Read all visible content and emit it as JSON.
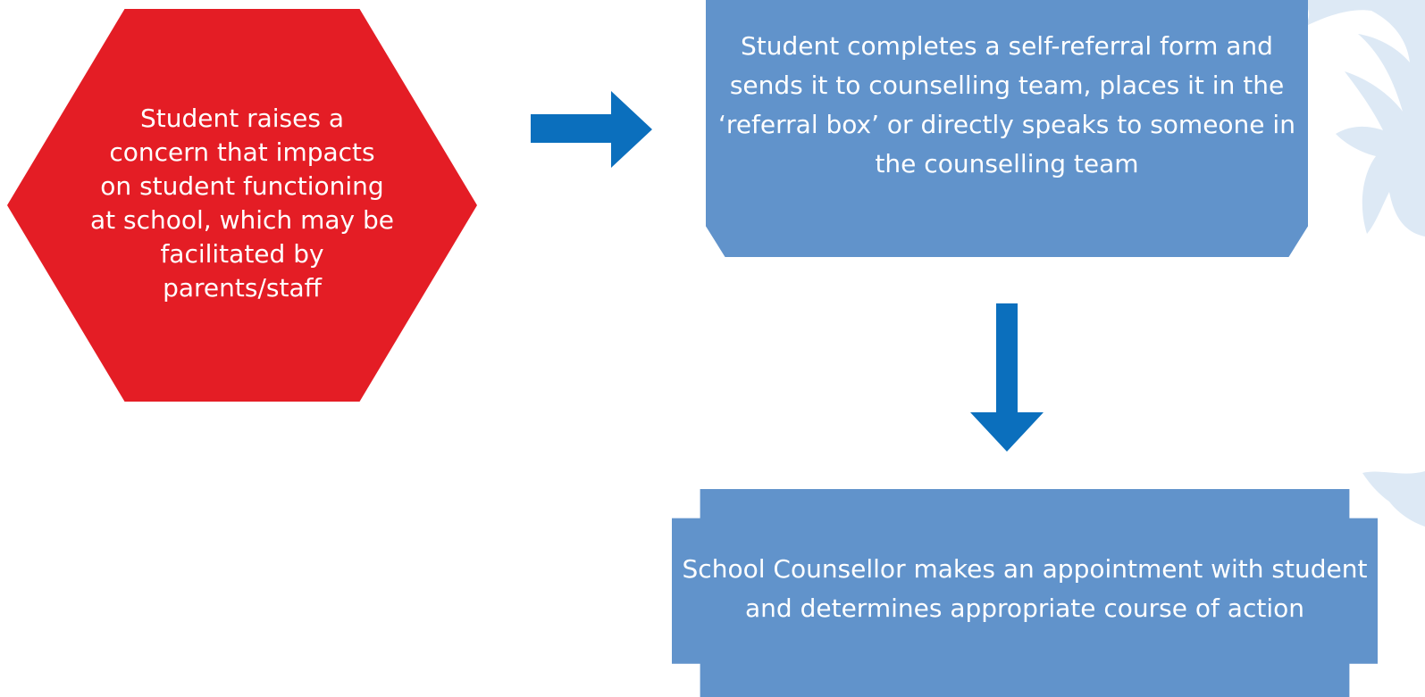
{
  "diagram": {
    "steps": [
      {
        "id": "raise-concern",
        "text": "Student raises a concern that impacts on student functioning at school, which may be facilitated by parents/staff"
      },
      {
        "id": "self-referral",
        "text": "Student completes a self-referral form and sends it to counselling team, places it in the ‘referral box’ or directly speaks to someone in the counselling team"
      },
      {
        "id": "counsellor-appointment",
        "text": "School Counsellor makes an appointment with student and determines appropriate course of action"
      }
    ],
    "connectors": [
      {
        "from": "raise-concern",
        "to": "self-referral",
        "direction": "right"
      },
      {
        "from": "self-referral",
        "to": "counsellor-appointment",
        "direction": "down"
      }
    ]
  },
  "colors": {
    "start_step": "#e41d25",
    "process_step": "#6193cb",
    "arrow": "#0b6fbd",
    "decoration": "#dde9f5"
  }
}
